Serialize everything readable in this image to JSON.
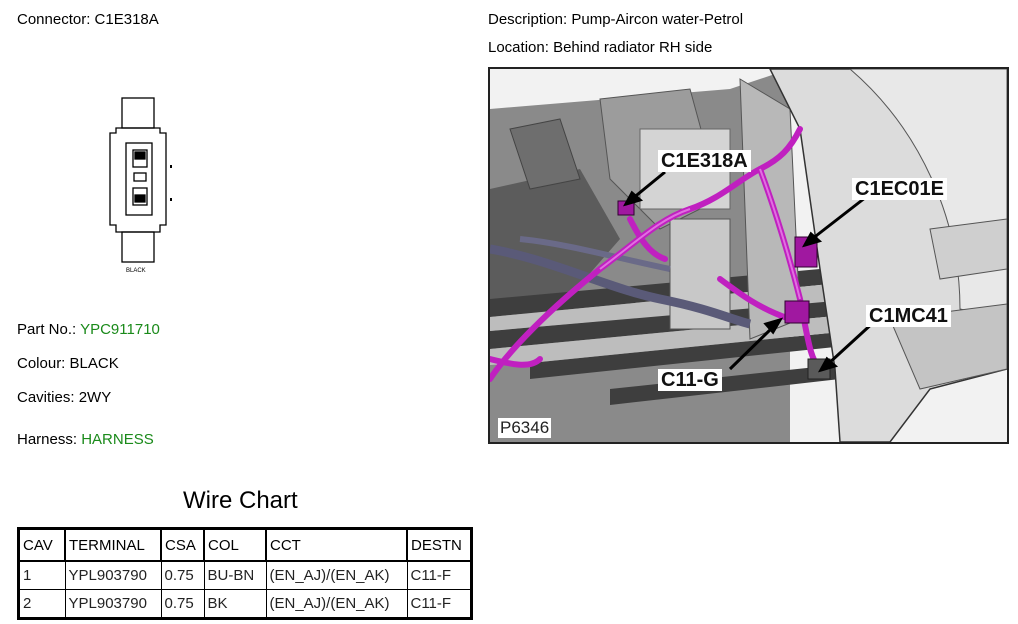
{
  "connector": {
    "label": "Connector:",
    "value": "C1E318A",
    "drawing_caption": "BLACK"
  },
  "description": {
    "label": "Description:",
    "value": "Pump-Aircon water-Petrol"
  },
  "location": {
    "label": "Location:",
    "value": "Behind radiator RH side"
  },
  "part_no": {
    "label": "Part No.:",
    "value": "YPC911710"
  },
  "colour": {
    "label": "Colour:",
    "value": "BLACK"
  },
  "cavities": {
    "label": "Cavities:",
    "value": "2WY"
  },
  "harness": {
    "label": "Harness:",
    "value": "HARNESS"
  },
  "photo": {
    "id": "P6346",
    "callouts": [
      "C1E318A",
      "C1EC01E",
      "C1MC41",
      "C11-G"
    ]
  },
  "wire_chart": {
    "title": "Wire Chart",
    "headers": [
      "CAV",
      "TERMINAL",
      "CSA",
      "COL",
      "CCT",
      "DESTN"
    ],
    "rows": [
      [
        "1",
        "YPL903790",
        "0.75",
        "BU-BN",
        "(EN_AJ)/(EN_AK)",
        "C11-F"
      ],
      [
        "2",
        "YPL903790",
        "0.75",
        "BK",
        "(EN_AJ)/(EN_AK)",
        "C11-F"
      ]
    ]
  },
  "colors": {
    "harness_wire": "#c020c0",
    "link_green": "#1a8a1a"
  }
}
